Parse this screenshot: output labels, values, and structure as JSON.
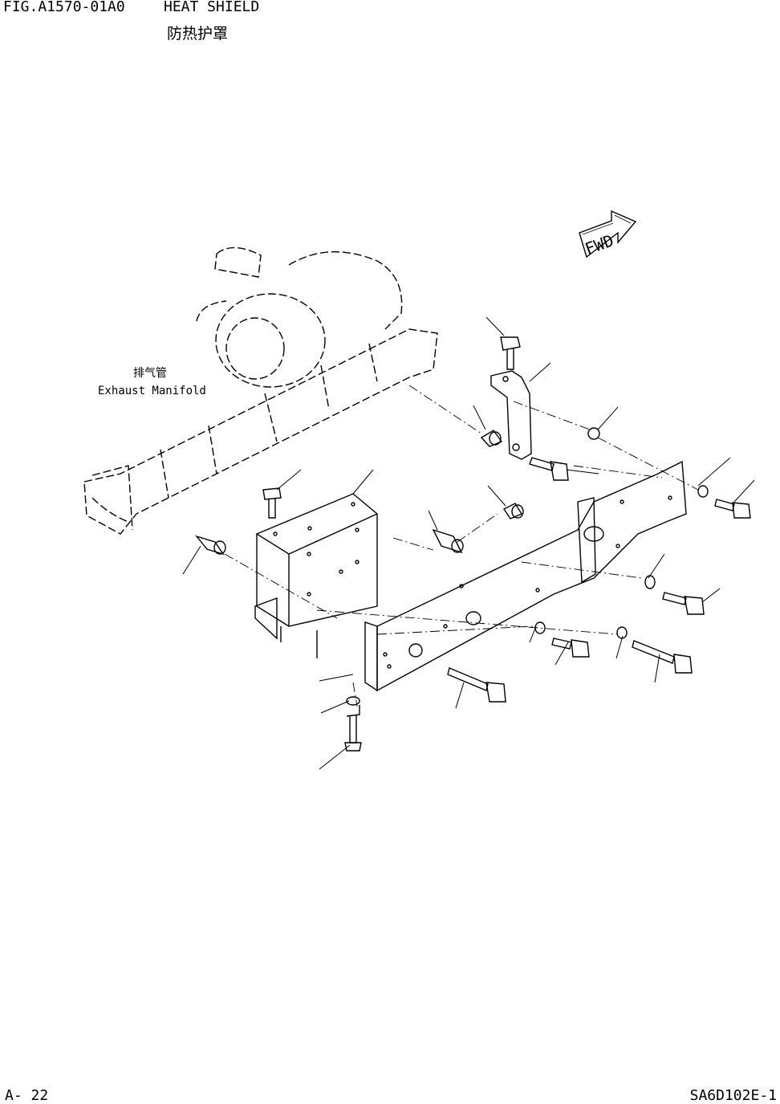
{
  "header": {
    "figure_code": "FIG.A1570-01A0",
    "title": "HEAT SHIELD",
    "title_cn": "防热护罩"
  },
  "callouts": {
    "exhaust_manifold_cn": "排气管",
    "exhaust_manifold_en": "Exhaust Manifold"
  },
  "fwd_marker": "FWD",
  "footer": {
    "page": "A- 22",
    "doc_code": "SA6D102E-1"
  }
}
